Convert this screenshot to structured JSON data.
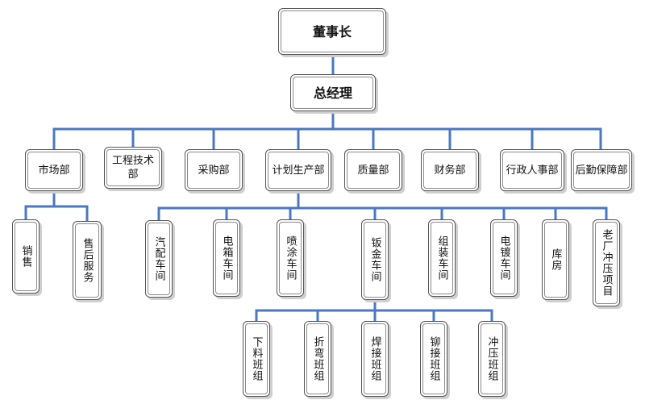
{
  "colors": {
    "line": "#4a78c2",
    "border": "#555555",
    "shadow": "#cfcfcf"
  },
  "org": {
    "chairman": "董事长",
    "gm": "总经理",
    "departments": [
      "市场部",
      "工程技术部",
      "采购部",
      "计划生产部",
      "质量部",
      "财务部",
      "行政人事部",
      "后勤保障部"
    ],
    "market_sub": [
      "销售",
      "售后服务"
    ],
    "production_sub": [
      "汽配车间",
      "电箱车间",
      "喷涂车间",
      "钣金车间",
      "组装车间",
      "电镀车间",
      "库房",
      "老厂冲压项目"
    ],
    "sheetmetal_sub": [
      "下料班组",
      "折弯班组",
      "焊接班组",
      "铆接班组",
      "冲压班组"
    ]
  }
}
